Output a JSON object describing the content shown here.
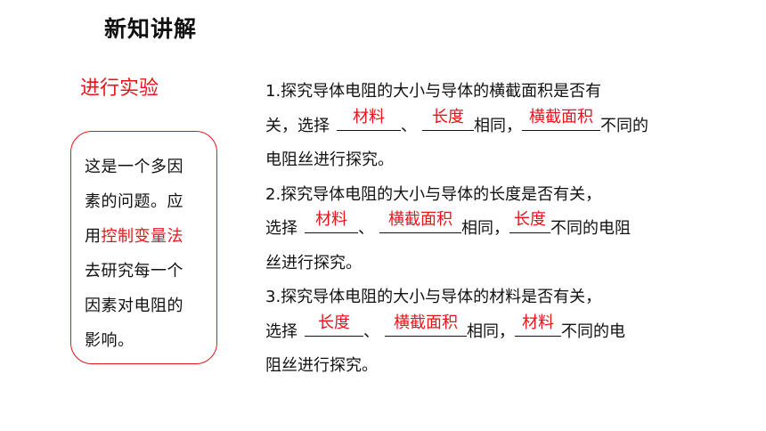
{
  "title": "新知讲解",
  "section": {
    "heading": "进行实验"
  },
  "note": {
    "line1": "这是一个多因",
    "line2": "素的问题。应",
    "line3_pre": "用",
    "line3_highlight": "控制变量法",
    "line4": "去研究每一个",
    "line5": "因素对电阻的",
    "line6": "影响。"
  },
  "items": [
    {
      "line1": "1.探究导体电阻的大小与导体的横截面积是否有",
      "line2_pre": "关，选择",
      "blank1": "材料",
      "sep": "、",
      "blank2": "长度",
      "mid": "相同，",
      "blank3": "横截面积",
      "post": "不同的",
      "line3": "电阻丝进行探究。"
    },
    {
      "line1": "2.探究导体电阻的大小与导体的长度是否有关，",
      "line2_pre": "选择",
      "blank1": "材料",
      "sep": "、",
      "blank2": "横截面积",
      "mid": "相同，",
      "blank3": "长度",
      "post": "不同的电阻",
      "line3": "丝进行探究。"
    },
    {
      "line1": "3.探究导体电阻的大小与导体的材料是否有关，",
      "line2_pre": "选择",
      "blank1": "长度",
      "sep": "、",
      "blank2": "横截面积",
      "mid": "相同，",
      "blank3": "材料",
      "post": "不同的电",
      "line3": "阻丝进行探究。"
    }
  ]
}
